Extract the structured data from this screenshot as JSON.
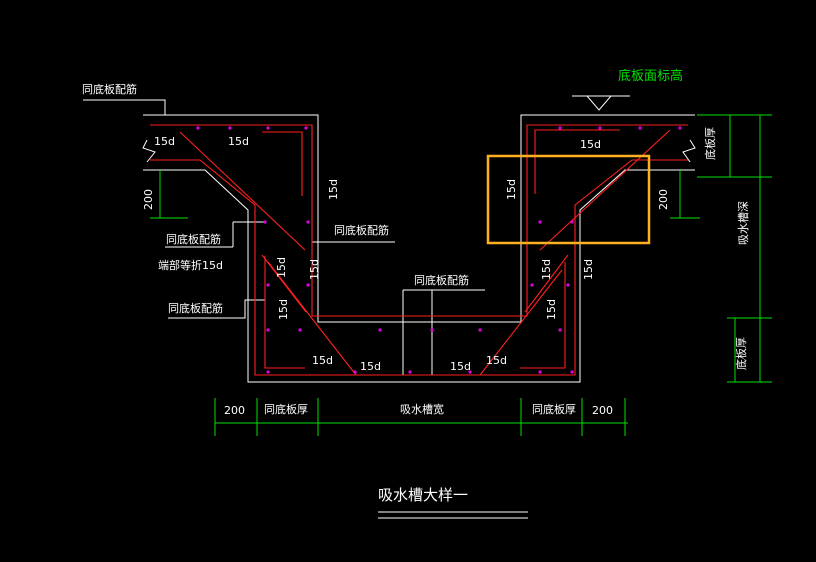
{
  "labels": {
    "tongdiban_peijin": "同底板配筋",
    "duanbu_dengzhe": "端部等折15d",
    "dimian_biaogao": "底板面标高",
    "fifteen_d": "15d",
    "dim_200": "200",
    "tongdiban_hou": "同底板厚",
    "xishuicao_kuan": "吸水槽宽",
    "xishuicao_shen": "吸水槽深",
    "diban_hou": "底板厚",
    "title": "吸水槽大样一"
  },
  "colors": {
    "background": "#000000",
    "outline": "#ffffff",
    "rebar": "#ff2020",
    "dimension": "#00e000",
    "highlight_box": "#ffb020",
    "rebar_dot": "#e000e0"
  }
}
